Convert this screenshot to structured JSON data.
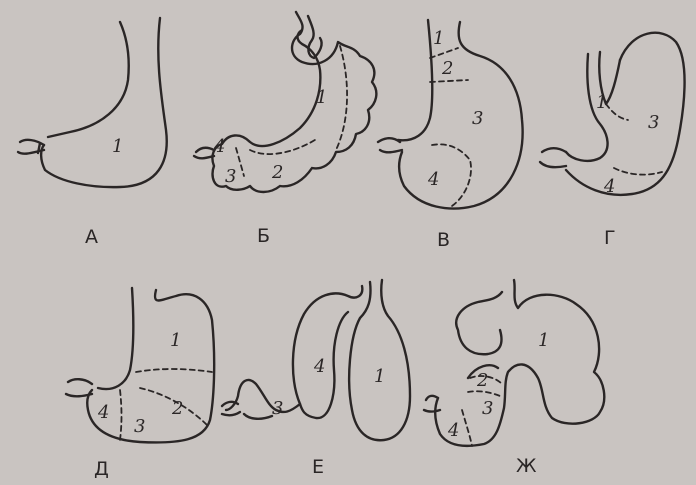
{
  "panels": {
    "A": {
      "label": "А",
      "regions": [
        "1"
      ]
    },
    "B": {
      "label": "Б",
      "regions": [
        "1",
        "2",
        "3",
        "4"
      ]
    },
    "V": {
      "label": "В",
      "regions": [
        "1",
        "2",
        "3",
        "4"
      ]
    },
    "G": {
      "label": "Г",
      "regions": [
        "1",
        "3",
        "4"
      ]
    },
    "D": {
      "label": "Д",
      "regions": [
        "1",
        "2",
        "3",
        "4"
      ]
    },
    "E": {
      "label": "Е",
      "regions": [
        "1",
        "3",
        "4"
      ]
    },
    "Zh": {
      "label": "Ж",
      "regions": [
        "1",
        "2",
        "3",
        "4"
      ]
    }
  },
  "colors": {
    "background": "#c9c4c1",
    "ink": "#2a2626"
  }
}
